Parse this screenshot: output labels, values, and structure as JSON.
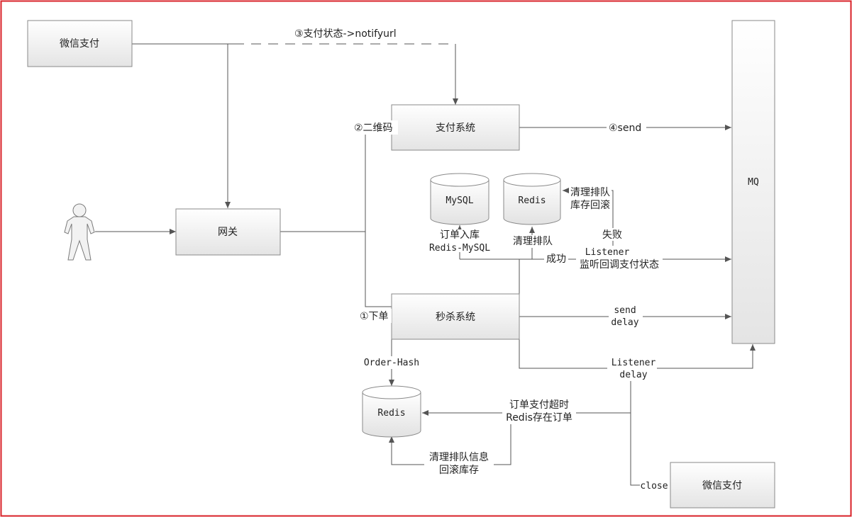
{
  "nodes": {
    "wechat_pay_top": "微信支付",
    "payment_system": "支付系统",
    "gateway": "网关",
    "seckill_system": "秒杀系统",
    "mq": "MQ",
    "wechat_pay_bottom": "微信支付",
    "mysql": "MySQL",
    "redis_top": "Redis",
    "redis_bottom": "Redis"
  },
  "edge_labels": {
    "notify": "③支付状态->notifyurl",
    "qrcode": "②二维码",
    "send_pay": "④send",
    "place_order": "①下单",
    "clear_queue_rollback_1": "清理排队",
    "clear_queue_rollback_2": "库存回滚",
    "fail": "失败",
    "order_persist_1": "订单入库",
    "order_persist_2": "Redis-MySQL",
    "clear_queue": "清理排队",
    "success": "成功",
    "listener_1": "Listener",
    "listener_2": "监听回调支付状态",
    "send_delay_1": "send",
    "send_delay_2": "delay",
    "order_hash": "Order-Hash",
    "listener_delay_1": "Listener",
    "listener_delay_2": "delay",
    "timeout_1": "订单支付超时",
    "timeout_2": "Redis存在订单",
    "rollback_info_1": "清理排队信息",
    "rollback_info_2": "回滚库存",
    "close": "close"
  }
}
